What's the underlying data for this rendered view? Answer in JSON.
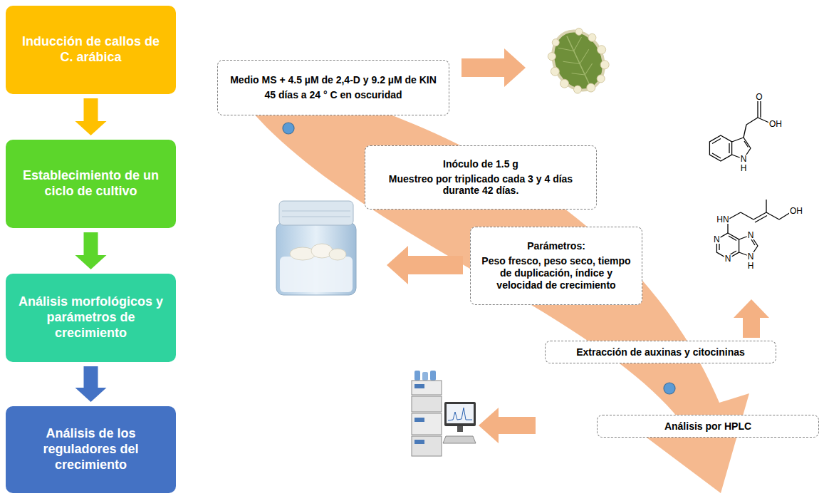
{
  "diagram": {
    "nodes": [
      {
        "text": [
          "Inducción de callos de C. arábica"
        ]
      },
      {
        "text": [
          "Establecimiento de un ciclo de cultivo"
        ]
      },
      {
        "text": [
          "Análisis morfológicos y parámetros de crecimiento"
        ]
      },
      {
        "text": [
          "Análisis de los reguladores del crecimiento"
        ]
      },
      {
        "text": [
          "Medio MS + 4.5 µM de 2,4-D y 9.2 µM de KIN",
          "45 días a 24 ° C en oscuridad"
        ]
      },
      {
        "text": [
          "Inóculo de 1.5 g",
          "Muestreo por triplicado cada 3 y 4 días durante 42 días."
        ]
      },
      {
        "text": [
          "Parámetros:",
          "Peso fresco, peso seco, tiempo de duplicación, índice y velocidad de crecimiento"
        ]
      },
      {
        "text": [
          "Extracción de auxinas y citocininas"
        ]
      },
      {
        "text": [
          "Análisis por HPLC"
        ]
      }
    ],
    "edges": [
      {
        "from": 0,
        "to": 1,
        "arrow": "to"
      },
      {
        "from": 1,
        "to": 2,
        "arrow": "to"
      },
      {
        "from": 2,
        "to": 3,
        "arrow": "to"
      }
    ],
    "labels": [
      "O",
      "OH",
      "N",
      "H",
      "HN",
      "OH",
      "N",
      "N",
      "N",
      "N",
      "H"
    ]
  }
}
